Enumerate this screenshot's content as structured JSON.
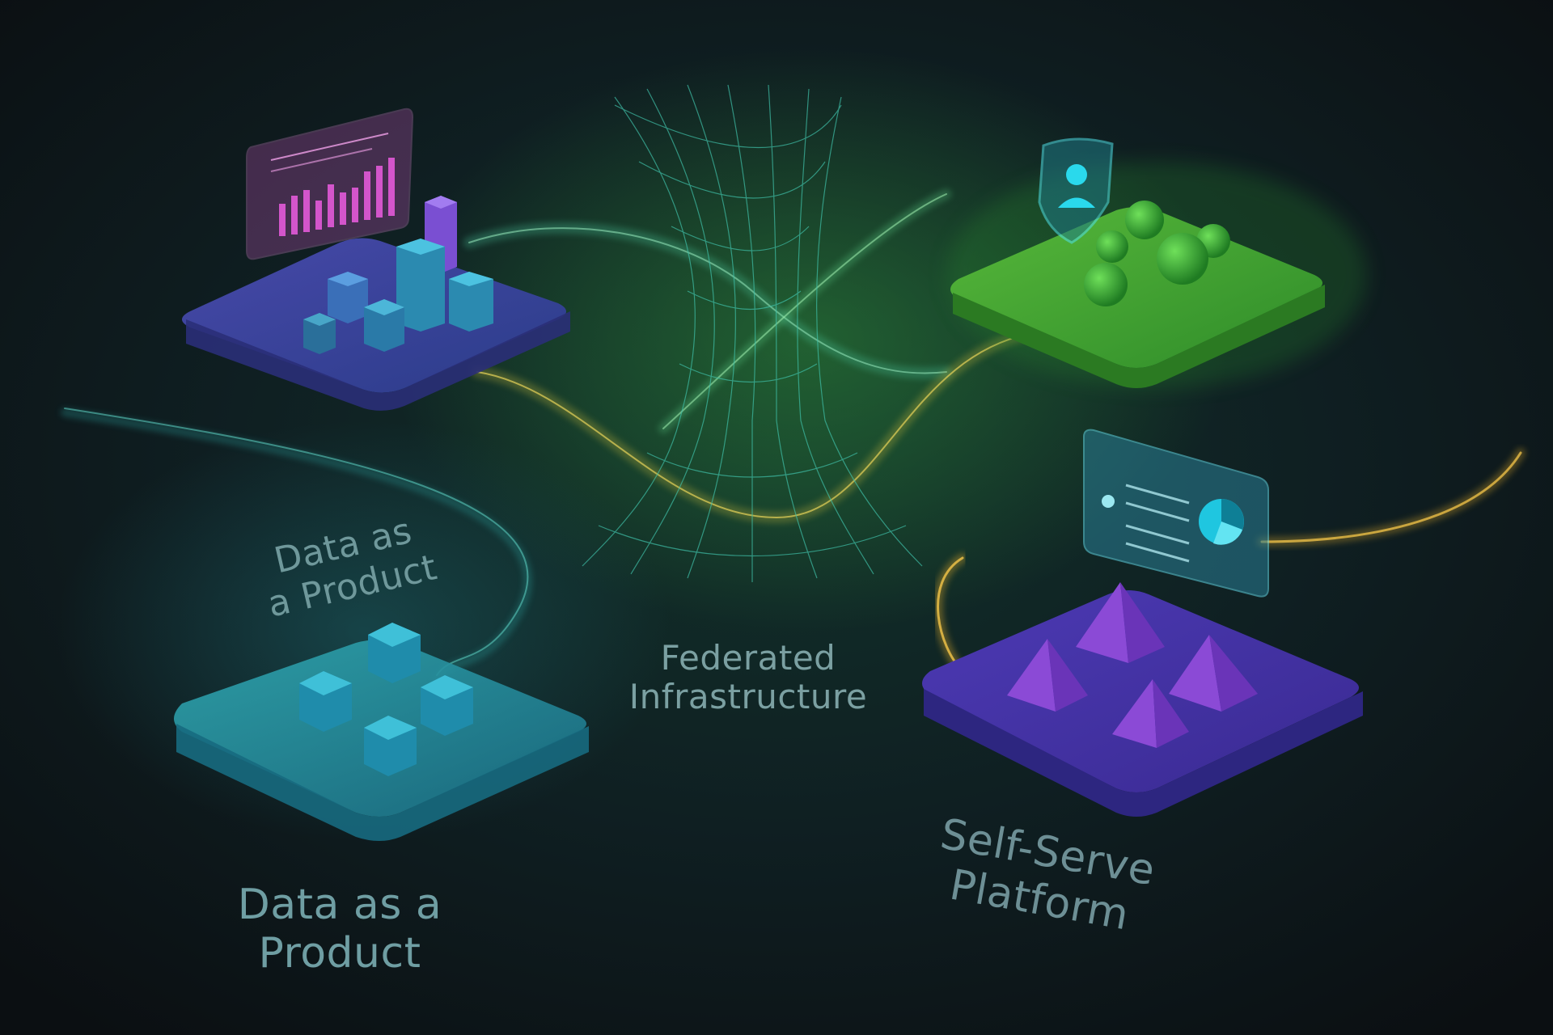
{
  "labels": {
    "data_product_tilted": [
      "Data as",
      "a Product"
    ],
    "data_product_bottom": [
      "Data as a",
      "Product"
    ],
    "federated": [
      "Federated",
      "Infrastructure"
    ],
    "self_serve": [
      "Self-Serve",
      "Platform"
    ]
  },
  "colors": {
    "background": "#0d1416",
    "teal": "#2aa6b8",
    "purple": "#5b3fb0",
    "green": "#3fb02c",
    "magenta": "#d24bc8",
    "amber": "#e0a62a",
    "cyan": "#19d3e6"
  }
}
